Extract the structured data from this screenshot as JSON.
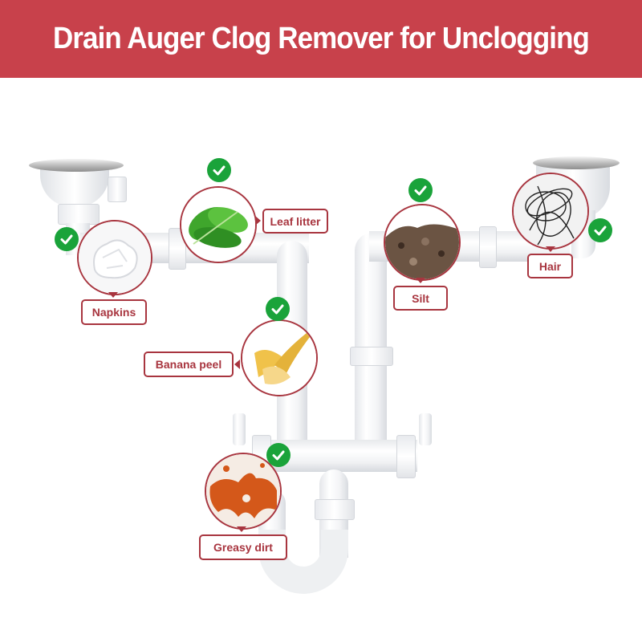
{
  "header": {
    "title": "Drain Auger Clog Remover for Unclogging",
    "background_color": "#c8414b",
    "text_color": "#ffffff"
  },
  "theme": {
    "accent_color": "#a8353f",
    "check_color": "#1aa33a"
  },
  "clog_types": [
    {
      "label": "Napkins",
      "image": "crumpled-napkin",
      "icon": "check-icon"
    },
    {
      "label": "Leaf litter",
      "image": "green-leaves",
      "icon": "check-icon"
    },
    {
      "label": "Banana peel",
      "image": "banana-peel",
      "icon": "check-icon"
    },
    {
      "label": "Greasy dirt",
      "image": "grease-splatter",
      "icon": "check-icon"
    },
    {
      "label": "Silt",
      "image": "soil-silt",
      "icon": "check-icon"
    },
    {
      "label": "Hair",
      "image": "hair-clump",
      "icon": "check-icon"
    }
  ]
}
